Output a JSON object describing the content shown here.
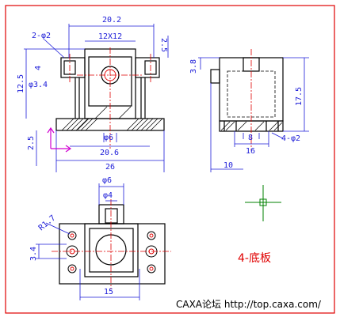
{
  "drawing": {
    "part_title": "4-底板",
    "watermark": "CAXA论坛 http://top.caxa.com/",
    "colors": {
      "frame": "#e00000",
      "outline": "#000000",
      "dimension": "#1b1bd8",
      "centerline": "#e00000",
      "hatch": "#000000",
      "hidden": "#e00000",
      "ucs": "#d000d0",
      "cursor": "#008000"
    },
    "front_view": {
      "dims": {
        "top_width": "20.2",
        "bore": "12X12",
        "holes": "2-φ2",
        "flange_thk": "2.5",
        "height": "12.5",
        "upper": "4",
        "hole_dia": "φ3.4",
        "base_thk": "2.5",
        "bottom_bore": "φ6",
        "inner_width": "20.6",
        "overall_width": "26"
      }
    },
    "side_view": {
      "dims": {
        "height": "17.5",
        "top_offset": "3.8",
        "depth_inner": "8",
        "depth": "16",
        "holes": "4-φ2",
        "left": "10"
      }
    },
    "top_view": {
      "dims": {
        "outer_dia": "φ6",
        "inner_dia": "φ4",
        "radius": "R1.7",
        "height": "3.4",
        "width": "15"
      }
    }
  }
}
